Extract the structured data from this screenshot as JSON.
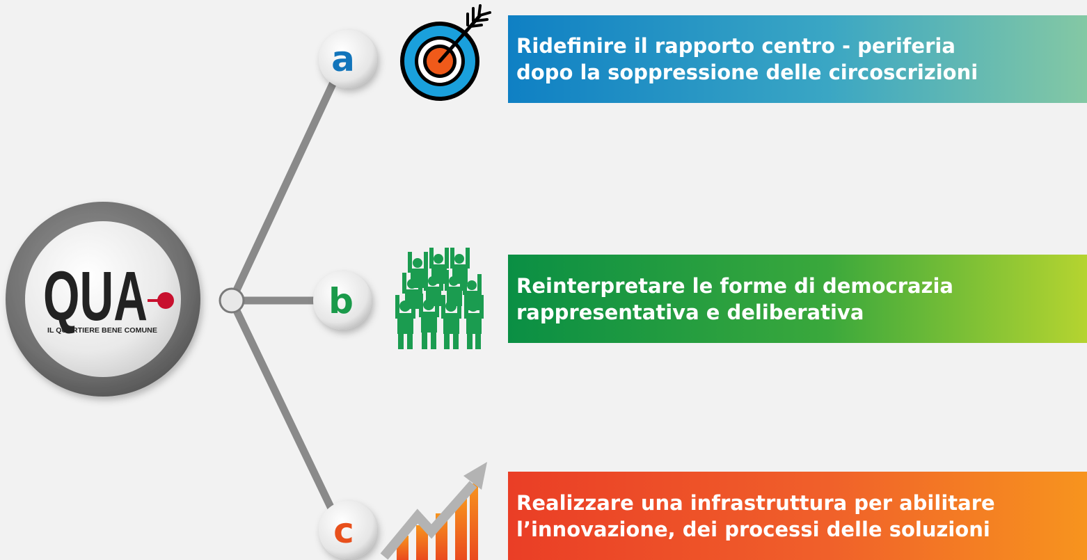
{
  "logo": {
    "wordmark": "QUA",
    "tagline": "IL QUARTIERE BENE COMUNE",
    "accent_color": "#c8102e"
  },
  "branches": [
    {
      "letter": "a",
      "letter_color": "#1275bb",
      "icon": "target-arrow-icon",
      "line1": "Ridefinire il rapporto centro - periferia",
      "line2": "dopo la soppressione delle circoscrizioni",
      "gradient": [
        "#0f80c4",
        "#3aa6c4",
        "#84c8a4"
      ]
    },
    {
      "letter": "b",
      "letter_color": "#1a9a4a",
      "icon": "crowd-icon",
      "line1": "Reinterpretare le forme di democrazia",
      "line2": "rappresentativa e deliberativa",
      "gradient": [
        "#0a8f44",
        "#3aa83c",
        "#b5d430"
      ]
    },
    {
      "letter": "c",
      "letter_color": "#e8501c",
      "icon": "growth-chart-icon",
      "line1": "Realizzare una infrastruttura per abilitare",
      "line2": "l’innovazione, dei processi delle soluzioni",
      "gradient": [
        "#ea3e26",
        "#f0602a",
        "#f7941e"
      ]
    }
  ]
}
